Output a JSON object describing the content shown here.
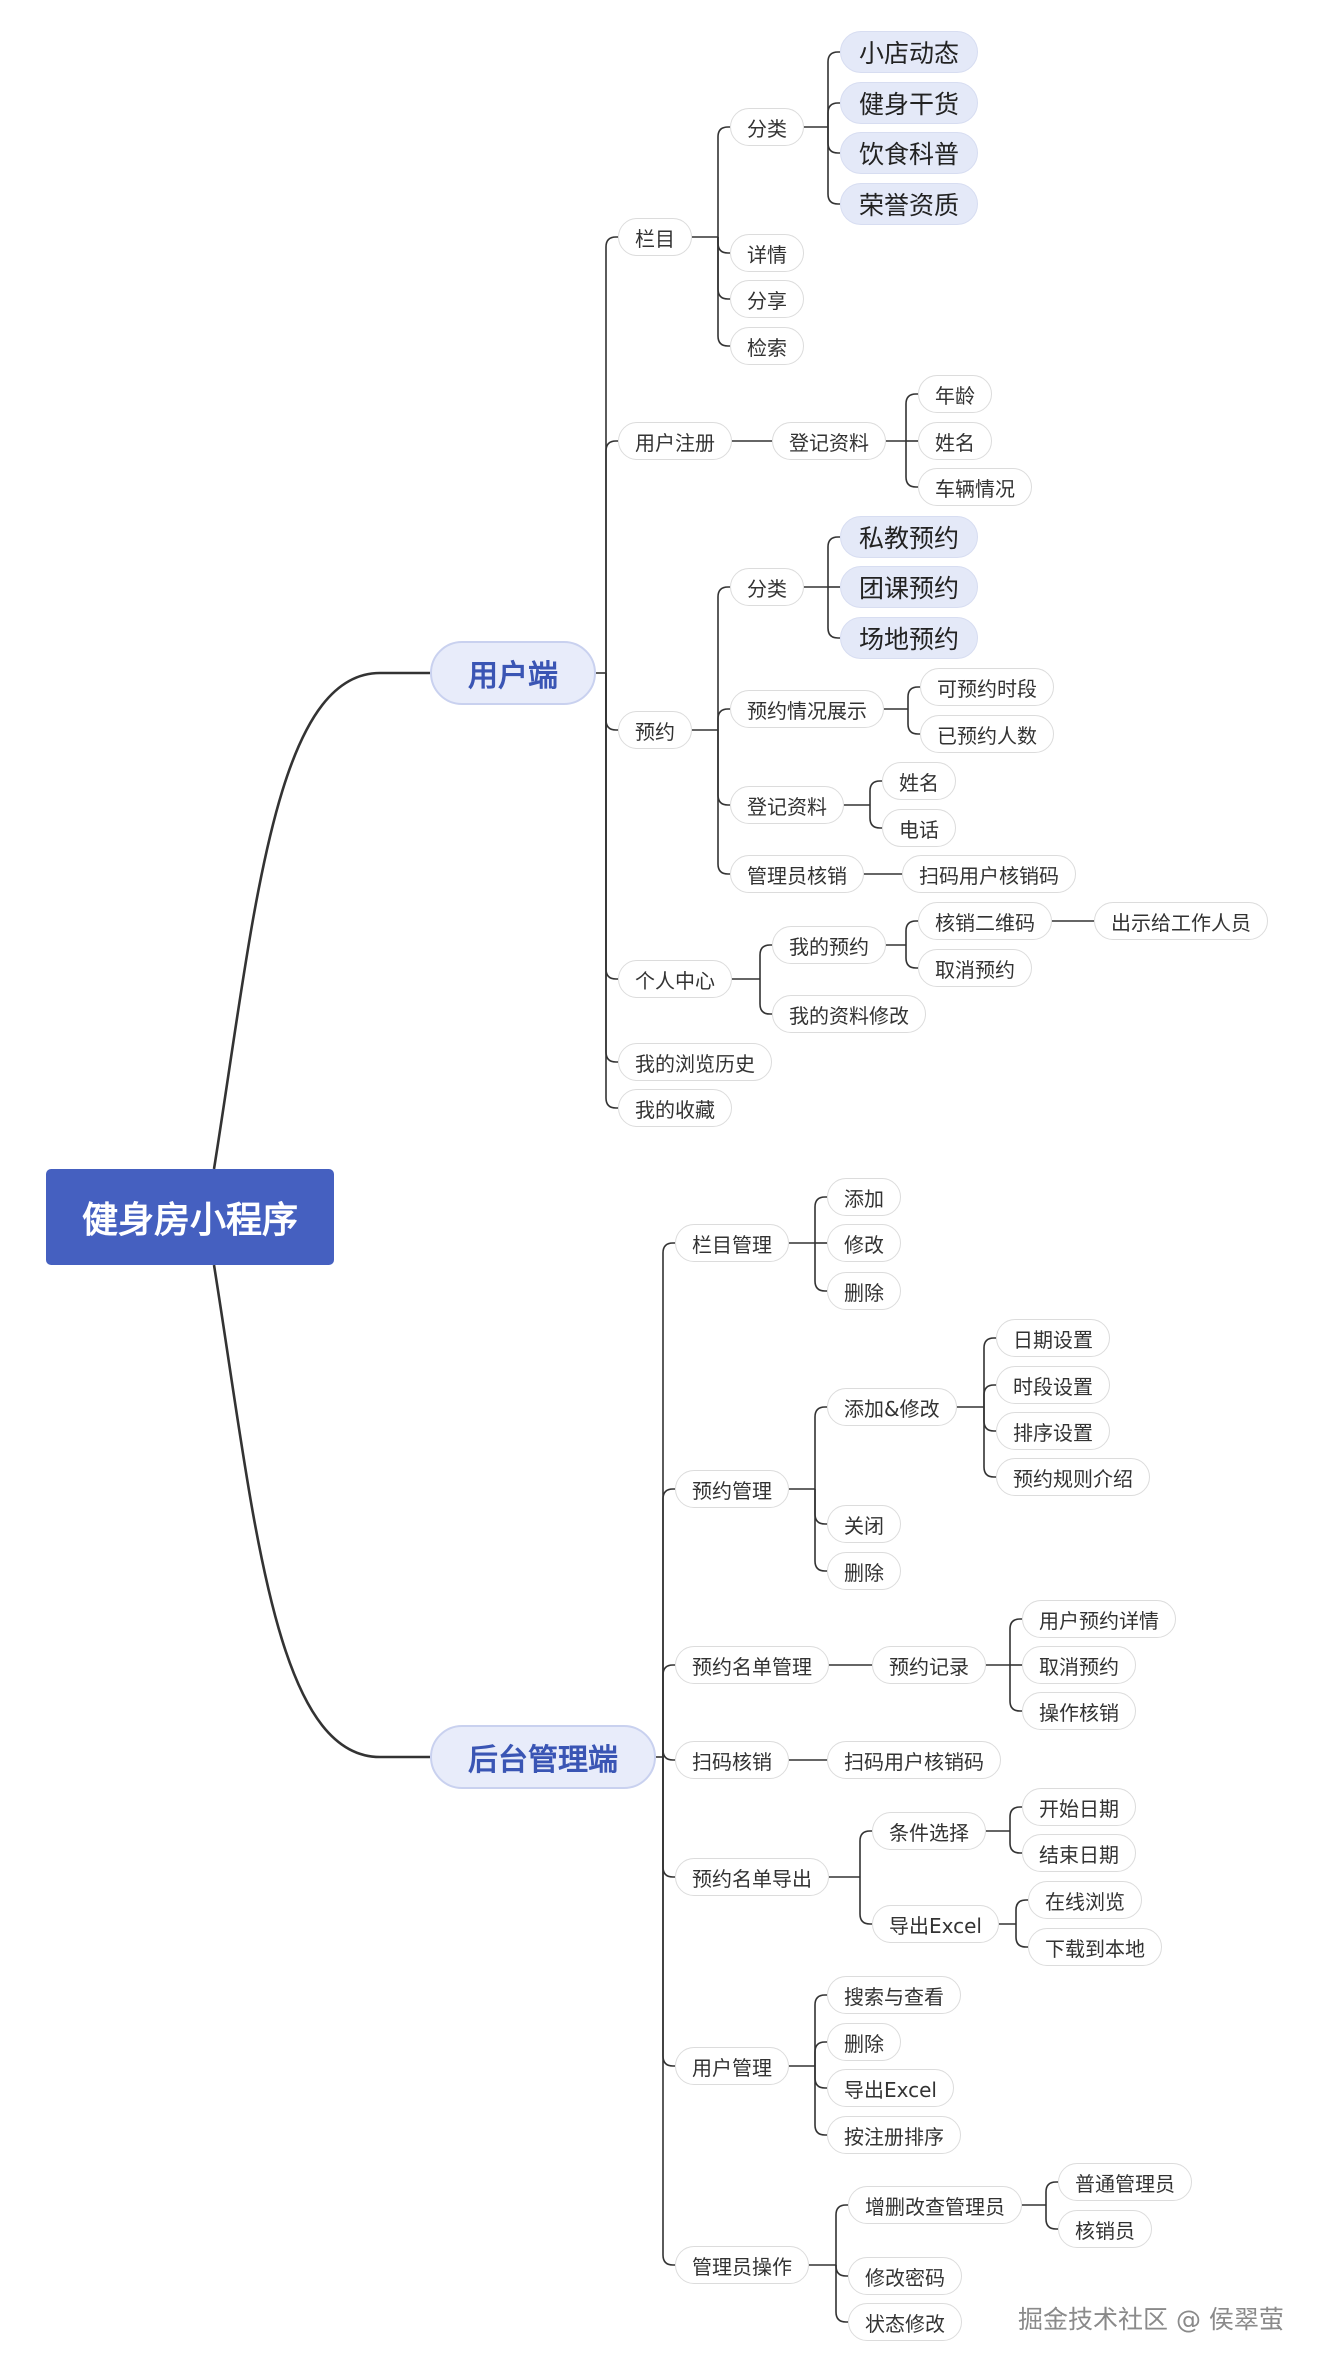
{
  "root": "健身房小程序",
  "user": {
    "label": "用户端",
    "lanmu": {
      "label": "栏目",
      "fenlei": {
        "label": "分类",
        "items": [
          "小店动态",
          "健身干货",
          "饮食科普",
          "荣誉资质"
        ]
      },
      "others": [
        "详情",
        "分享",
        "检索"
      ]
    },
    "register": {
      "label": "用户注册",
      "info": {
        "label": "登记资料",
        "items": [
          "年龄",
          "姓名",
          "车辆情况"
        ]
      }
    },
    "booking": {
      "label": "预约",
      "fenlei": {
        "label": "分类",
        "items": [
          "私教预约",
          "团课预约",
          "场地预约"
        ]
      },
      "display": {
        "label": "预约情况展示",
        "items": [
          "可预约时段",
          "已预约人数"
        ]
      },
      "info": {
        "label": "登记资料",
        "items": [
          "姓名",
          "电话"
        ]
      },
      "verify": {
        "label": "管理员核销",
        "child": "扫码用户核销码"
      }
    },
    "center": {
      "label": "个人中心",
      "mine": {
        "label": "我的预约",
        "qr": {
          "label": "核销二维码",
          "child": "出示给工作人员"
        },
        "cancel": "取消预约"
      },
      "edit": "我的资料修改"
    },
    "history": "我的浏览历史",
    "favorites": "我的收藏"
  },
  "admin": {
    "label": "后台管理端",
    "lanmu": {
      "label": "栏目管理",
      "items": [
        "添加",
        "修改",
        "删除"
      ]
    },
    "booking": {
      "label": "预约管理",
      "addedit": {
        "label": "添加&修改",
        "items": [
          "日期设置",
          "时段设置",
          "排序设置",
          "预约规则介绍"
        ]
      },
      "close": "关闭",
      "delete": "删除"
    },
    "roster": {
      "label": "预约名单管理",
      "record": {
        "label": "预约记录",
        "items": [
          "用户预约详情",
          "取消预约",
          "操作核销"
        ]
      }
    },
    "scan": {
      "label": "扫码核销",
      "child": "扫码用户核销码"
    },
    "export": {
      "label": "预约名单导出",
      "cond": {
        "label": "条件选择",
        "items": [
          "开始日期",
          "结束日期"
        ]
      },
      "excel": {
        "label": "导出Excel",
        "items": [
          "在线浏览",
          "下载到本地"
        ]
      }
    },
    "users": {
      "label": "用户管理",
      "items": [
        "搜索与查看",
        "删除",
        "导出Excel",
        "按注册排序"
      ]
    },
    "ops": {
      "label": "管理员操作",
      "crud": {
        "label": "增删改查管理员",
        "items": [
          "普通管理员",
          "核销员"
        ]
      },
      "pwd": "修改密码",
      "status": "状态修改"
    }
  },
  "watermark": "掘金技术社区 @ 侯翠萤",
  "colors": {
    "root_fill": "#4560c0",
    "branch_fill": "#e8ecfa",
    "branch_text": "#3a55b4",
    "highlight_fill": "#e4e9f8",
    "line": "#333333"
  }
}
